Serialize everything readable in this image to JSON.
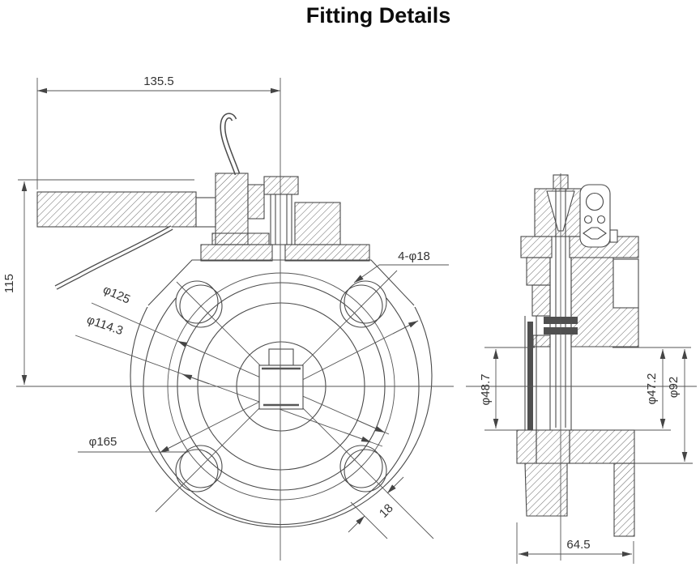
{
  "title": "Fitting Details",
  "front_view": {
    "width_dim": "135.5",
    "height_dim": "115",
    "bolt_holes_dim": "4-φ18",
    "bolt_circle_dim": "φ125",
    "raised_face_dim": "φ114.3",
    "flange_od_dim": "φ165",
    "hole_offset_dim": "18"
  },
  "side_view": {
    "left_bore_dim": "φ48.7",
    "right_bore_dim": "φ47.2",
    "hub_dim": "φ92",
    "depth_dim": "64.5"
  },
  "colors": {
    "line": "#4a4a4a",
    "text": "#333333",
    "background": "#ffffff"
  }
}
